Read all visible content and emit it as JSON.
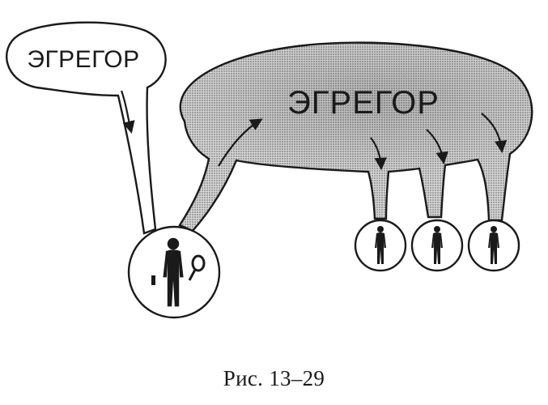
{
  "diagram": {
    "small_egregor_label": "ЭГРЕГОР",
    "large_egregor_label": "ЭГРЕГОР",
    "caption": "Рис. 13–29"
  },
  "colors": {
    "ink": "#1a1a1a",
    "cloud_fill": "#b8b8b8",
    "background": "#ffffff"
  },
  "icons": {
    "main_person": "person-with-racket-icon",
    "followers": [
      "person-icon",
      "person-icon",
      "person-icon"
    ]
  }
}
